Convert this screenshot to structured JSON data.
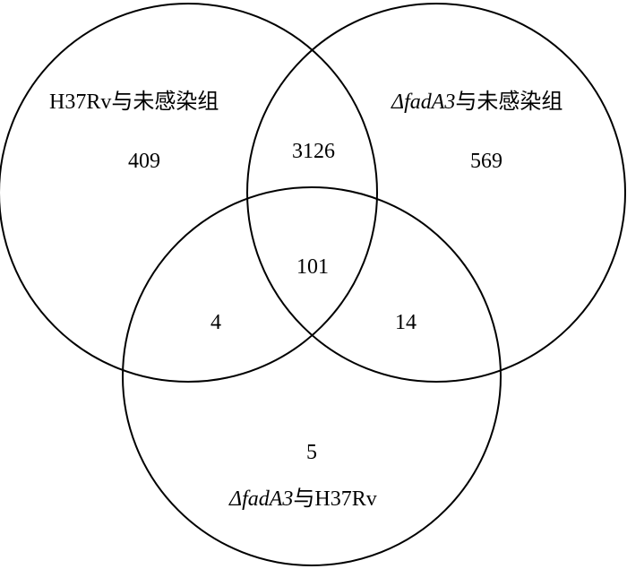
{
  "venn": {
    "sets": [
      {
        "id": "A",
        "label_parts": [
          {
            "text": "H37Rv",
            "italic": false
          },
          {
            "text": "与未感染组",
            "italic": false
          }
        ]
      },
      {
        "id": "B",
        "label_parts": [
          {
            "text": "ΔfadA3",
            "italic": true
          },
          {
            "text": "与未感染组",
            "italic": false
          }
        ]
      },
      {
        "id": "C",
        "label_parts": [
          {
            "text": "ΔfadA3",
            "italic": true
          },
          {
            "text": "与H37Rv",
            "italic": false
          }
        ]
      }
    ],
    "regions": {
      "A_only": "409",
      "B_only": "569",
      "C_only": "5",
      "AB": "3126",
      "AC": "4",
      "BC": "14",
      "ABC": "101"
    }
  }
}
